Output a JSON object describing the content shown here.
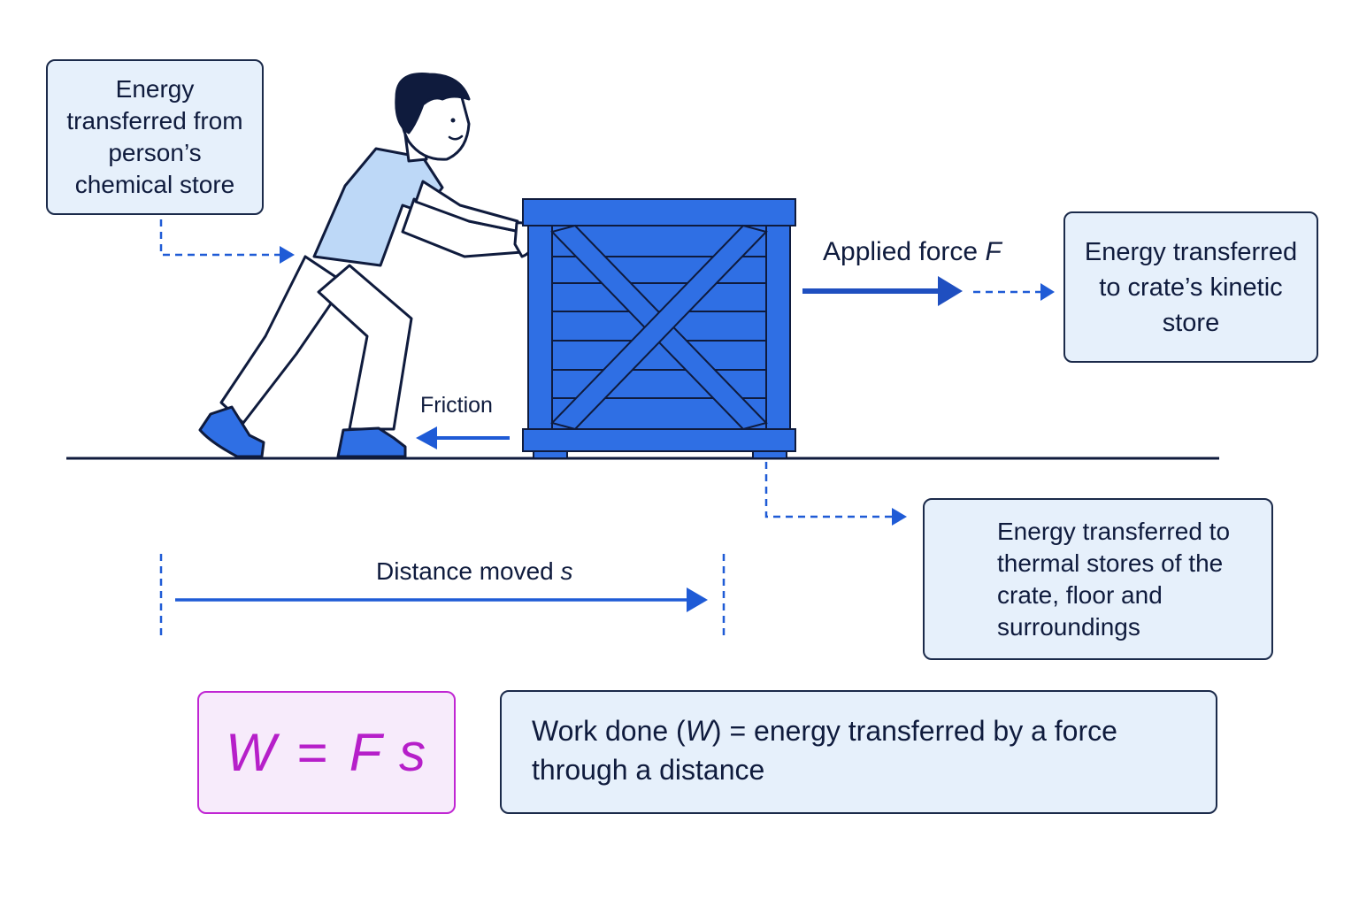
{
  "boxes": {
    "chemical_store": "Energy transferred from person’s chemical store",
    "kinetic_store": "Energy transferred to crate’s kinetic store",
    "thermal_store": "Energy transferred to thermal stores of the crate, floor and surroundings"
  },
  "labels": {
    "applied_force": "Applied force",
    "applied_force_symbol": "F",
    "friction": "Friction",
    "distance": "Distance moved",
    "distance_symbol": "s"
  },
  "formula": {
    "lhs": "W",
    "equals": "=",
    "rhs": "F s"
  },
  "definition": {
    "before_symbol": "Work done (",
    "symbol": "W",
    "after_symbol": ") = energy transferred by a force through a distance"
  },
  "colors": {
    "crate_blue": "#2f6fe4",
    "arrow_blue": "#1f5bd6",
    "box_fill": "#e6f0fb",
    "formula_magenta": "#b61fc9",
    "outline": "#1b2a4a"
  }
}
